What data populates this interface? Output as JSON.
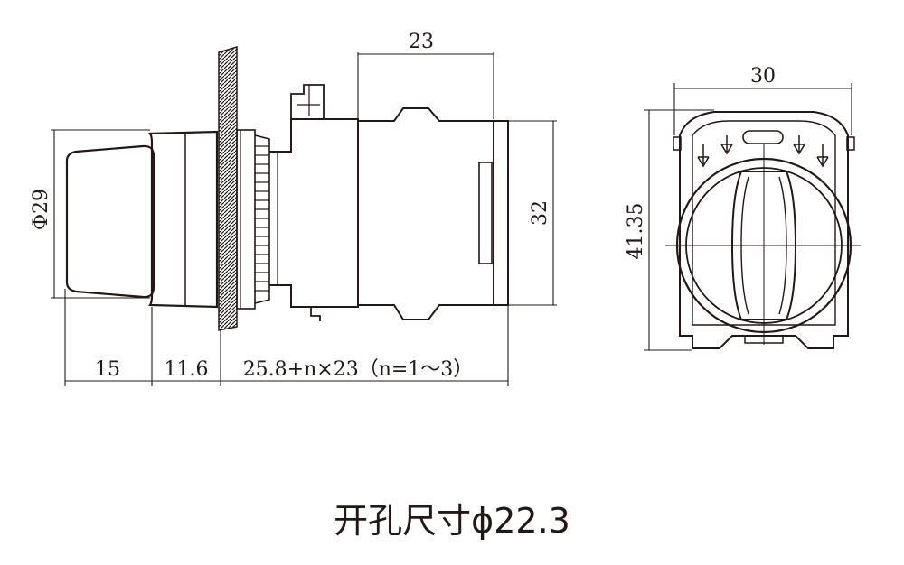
{
  "dimensions": {
    "side_top_width": "23",
    "side_height": "32",
    "side_diameter": "Φ29",
    "bottom_a": "15",
    "bottom_b": "11.6",
    "bottom_c": "25.8+n×23（n=1～3）",
    "front_width": "30",
    "front_height": "41.35"
  },
  "caption": "开孔尺寸ϕ22.3",
  "colors": {
    "line": "#231815",
    "panel_hatch": "#231815",
    "background": "#ffffff"
  }
}
